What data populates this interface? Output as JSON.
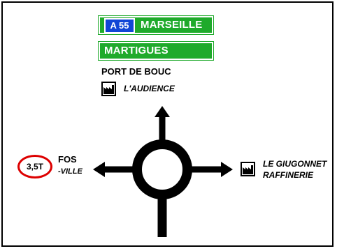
{
  "signs": {
    "top": {
      "route_number": "A 55",
      "destination_1": "MARSEILLE",
      "destination_2": "MARTIGUES",
      "destination_3": "PORT DE BOUC",
      "destination_4": "L'AUDIENCE"
    },
    "left": {
      "weight_limit": "3,5T",
      "destination_1": "FOS",
      "destination_2": "-VILLE"
    },
    "right": {
      "destination_1": "LE GIUGONNET",
      "destination_2": "RAFFINERIE"
    }
  },
  "colors": {
    "green_panel": "#1faa2b",
    "route_badge": "#1146d6",
    "weight_ring": "#dd0000"
  },
  "icons": [
    "factory-icon",
    "factory-icon"
  ]
}
